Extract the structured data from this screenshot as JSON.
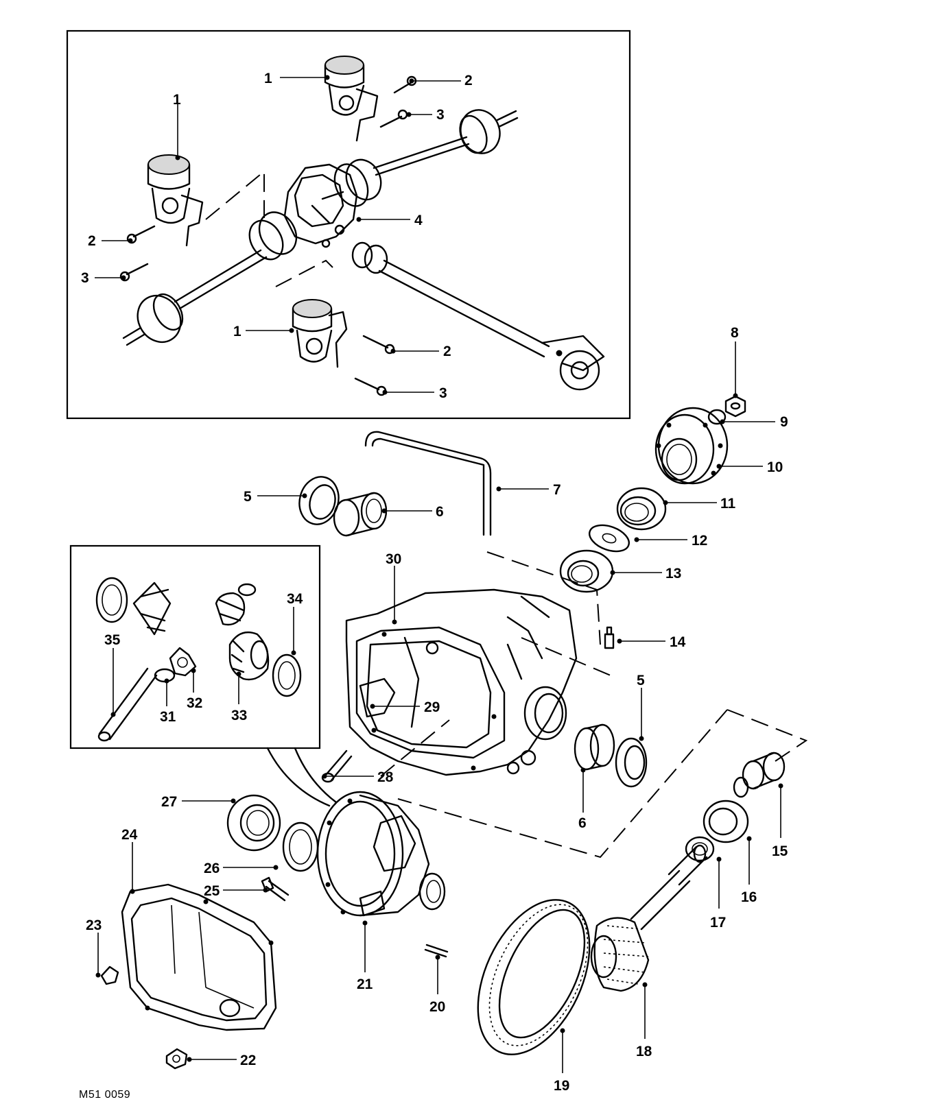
{
  "figure_reference": "M51 0059",
  "callouts": {
    "c1": "1",
    "c2": "2",
    "c3": "3",
    "c4": "4",
    "c5": "5",
    "c6": "6",
    "c7": "7",
    "c8": "8",
    "c9": "9",
    "c10": "10",
    "c11": "11",
    "c12": "12",
    "c13": "13",
    "c14": "14",
    "c15": "15",
    "c16": "16",
    "c17": "17",
    "c18": "18",
    "c19": "19",
    "c20": "20",
    "c21": "21",
    "c22": "22",
    "c23": "23",
    "c24": "24",
    "c25": "25",
    "c26": "26",
    "c27": "27",
    "c28": "28",
    "c29": "29",
    "c30": "30",
    "c31": "31",
    "c32": "32",
    "c33": "33",
    "c34": "34",
    "c35": "35"
  },
  "icons": {
    "mount-bushing": "mount-bushing-icon",
    "bolt": "bolt-icon",
    "driveshaft": "driveshaft-icon",
    "differential-housing": "differential-housing-icon",
    "bearing": "bearing-icon",
    "seal": "seal-icon",
    "flange": "flange-icon",
    "gear": "gear-icon"
  }
}
